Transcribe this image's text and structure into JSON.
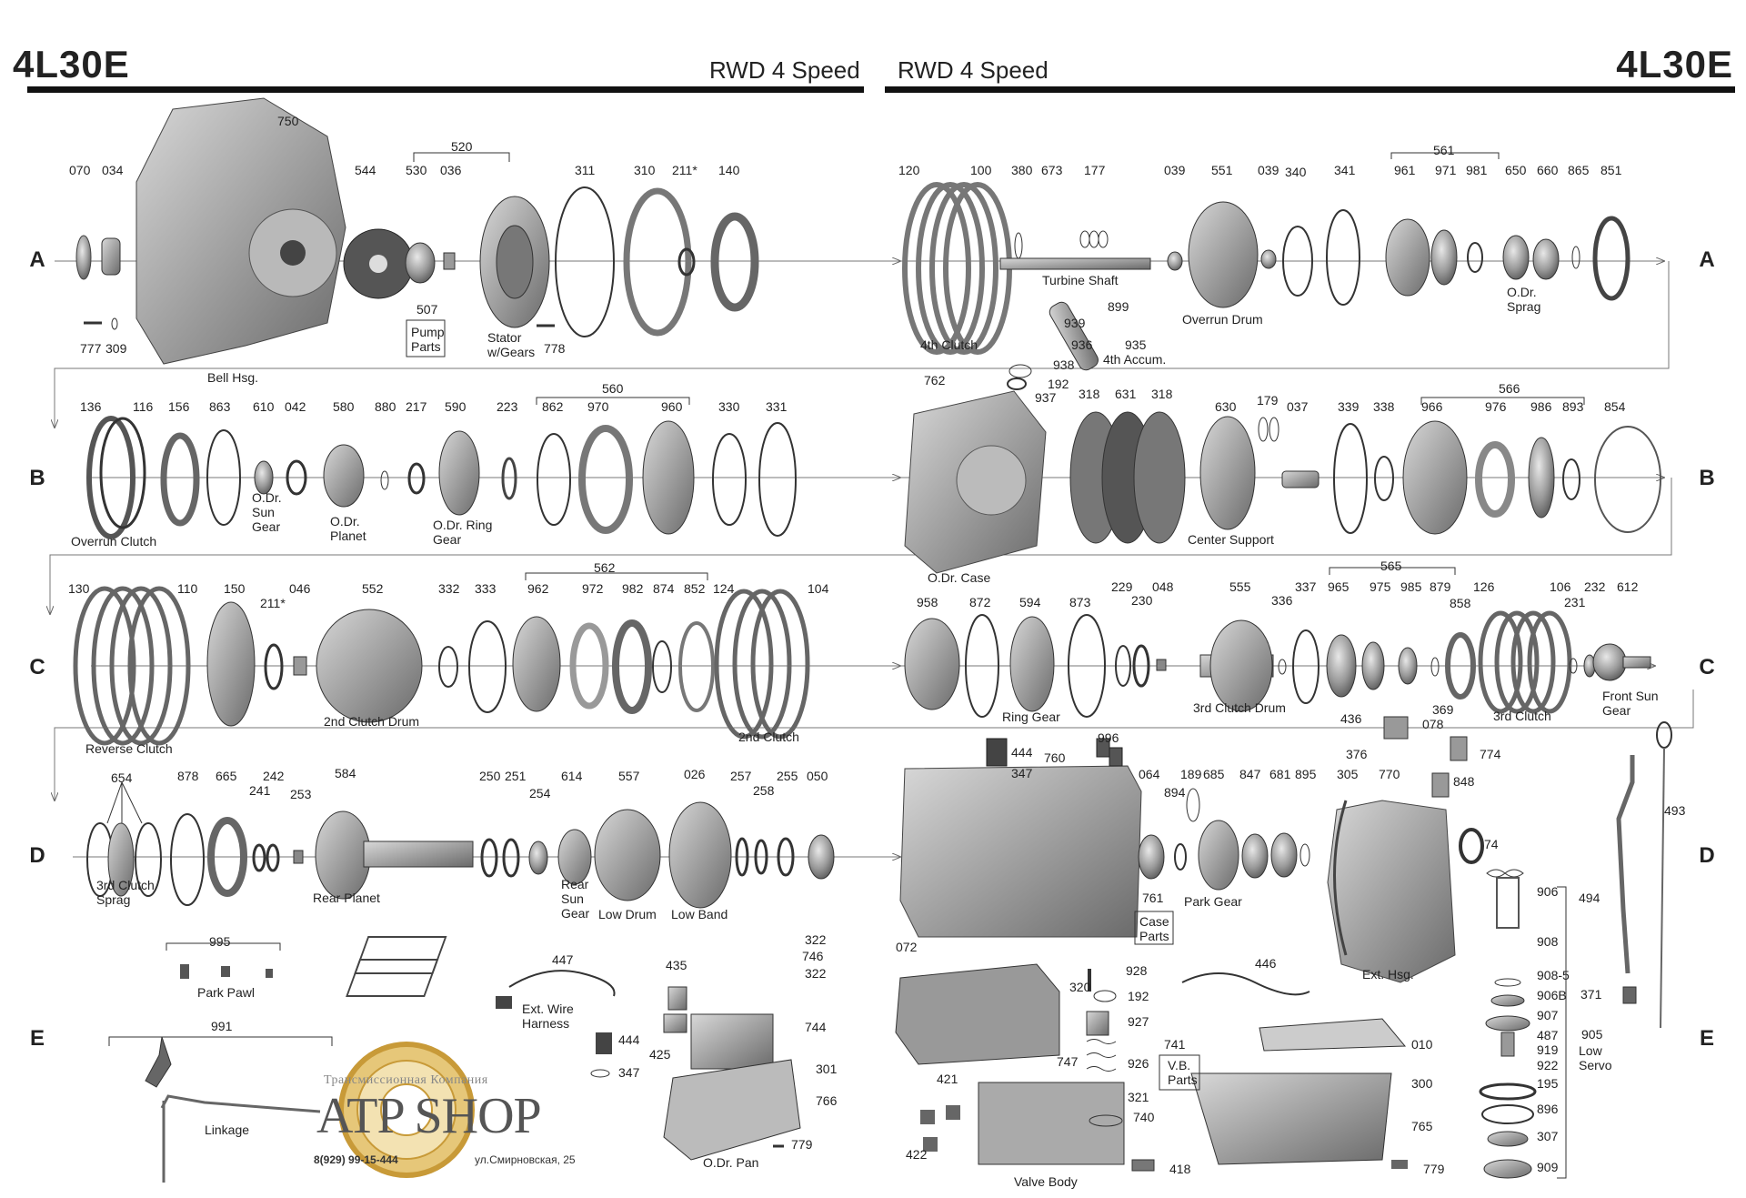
{
  "header": {
    "left_model": "4L30E",
    "left_sub": "RWD 4 Speed",
    "right_sub": "RWD 4 Speed",
    "right_model": "4L30E"
  },
  "rows": [
    "A",
    "B",
    "C",
    "D",
    "E"
  ],
  "part_numbers": {
    "A_left": [
      "070",
      "034",
      "750",
      "544",
      "530",
      "036",
      "520",
      "311",
      "310",
      "211*",
      "140",
      "507",
      "777",
      "309",
      "778"
    ],
    "A_right": [
      "120",
      "100",
      "380",
      "673",
      "177",
      "039",
      "551",
      "039",
      "340",
      "341",
      "561",
      "961",
      "971",
      "981",
      "650",
      "660",
      "865",
      "851",
      "899",
      "939",
      "936",
      "935",
      "938",
      "192",
      "937"
    ],
    "B_left": [
      "136",
      "116",
      "156",
      "863",
      "610",
      "042",
      "580",
      "880",
      "217",
      "590",
      "223",
      "560",
      "862",
      "970",
      "960",
      "330",
      "331"
    ],
    "B_right": [
      "762",
      "318",
      "631",
      "318",
      "630",
      "179",
      "037",
      "339",
      "338",
      "566",
      "966",
      "976",
      "986",
      "893",
      "854"
    ],
    "C_left": [
      "130",
      "110",
      "150",
      "211*",
      "046",
      "552",
      "332",
      "333",
      "562",
      "962",
      "972",
      "982",
      "874",
      "852",
      "124",
      "104"
    ],
    "C_right": [
      "958",
      "872",
      "594",
      "873",
      "229",
      "230",
      "048",
      "555",
      "336",
      "337",
      "565",
      "965",
      "975",
      "985",
      "879",
      "858",
      "126",
      "106",
      "231",
      "232",
      "612",
      "436",
      "369",
      "078",
      "376",
      "774",
      "848"
    ],
    "D_left": [
      "654",
      "878",
      "665",
      "242",
      "241",
      "253",
      "584",
      "250",
      "251",
      "254",
      "614",
      "557",
      "026",
      "257",
      "258",
      "255",
      "050"
    ],
    "D_right": [
      "444",
      "347",
      "996",
      "760",
      "064",
      "189",
      "894",
      "685",
      "847",
      "681",
      "895",
      "305",
      "770",
      "74",
      "493",
      "761",
      "072",
      "906",
      "908",
      "908-5",
      "906B",
      "907",
      "487",
      "919",
      "922",
      "195",
      "896",
      "307",
      "909",
      "494",
      "371",
      "905"
    ],
    "E_left": [
      "995",
      "991",
      "447",
      "435",
      "322",
      "746",
      "322",
      "744",
      "444",
      "425",
      "347",
      "301",
      "766",
      "779"
    ],
    "E_right": [
      "928",
      "320",
      "192",
      "927",
      "446",
      "747",
      "926",
      "741",
      "010",
      "421",
      "321",
      "300",
      "740",
      "765",
      "422",
      "418",
      "779"
    ]
  },
  "captions": {
    "bell_hsg": "Bell Hsg.",
    "pump_parts": "Pump\nParts",
    "stator": "Stator\nw/Gears",
    "fourth_clutch": "4th Clutch",
    "turbine_shaft": "Turbine Shaft",
    "fourth_accum": "4th Accum.",
    "overrun_drum": "Overrun Drum",
    "od_sprag": "O.Dr.\nSprag",
    "overrun_clutch": "Overrun Clutch",
    "od_sun_gear": "O.Dr.\nSun\nGear",
    "od_planet": "O.Dr.\nPlanet",
    "od_ring_gear": "O.Dr. Ring\nGear",
    "od_case": "O.Dr. Case",
    "center_support": "Center Support",
    "reverse_clutch": "Reverse Clutch",
    "second_clutch_drum": "2nd Clutch Drum",
    "second_clutch": "2nd Clutch",
    "ring_gear": "Ring Gear",
    "third_clutch_drum": "3rd Clutch Drum",
    "third_clutch": "3rd Clutch",
    "front_sun_gear": "Front Sun\nGear",
    "third_clutch_sprag": "3rd Clutch\nSprag",
    "rear_planet": "Rear Planet",
    "rear_sun_gear": "Rear\nSun\nGear",
    "low_drum": "Low Drum",
    "low_band": "Low Band",
    "park_gear": "Park Gear",
    "case_parts": "Case\nParts",
    "ext_hsg": "Ext. Hsg.",
    "park_pawl": "Park Pawl",
    "linkage": "Linkage",
    "ext_wire_harness": "Ext. Wire\nHarness",
    "od_pan": "O.Dr. Pan",
    "valve_body": "Valve Body",
    "vb_parts": "V.B.\nParts",
    "low_servo": "Low\nServo"
  },
  "brand": {
    "tagline": "Трансмиссионная Компания",
    "name": "ATP SHOP",
    "phone": "8(929) 99-15-444",
    "address": "ул.Смирновская, 25"
  }
}
